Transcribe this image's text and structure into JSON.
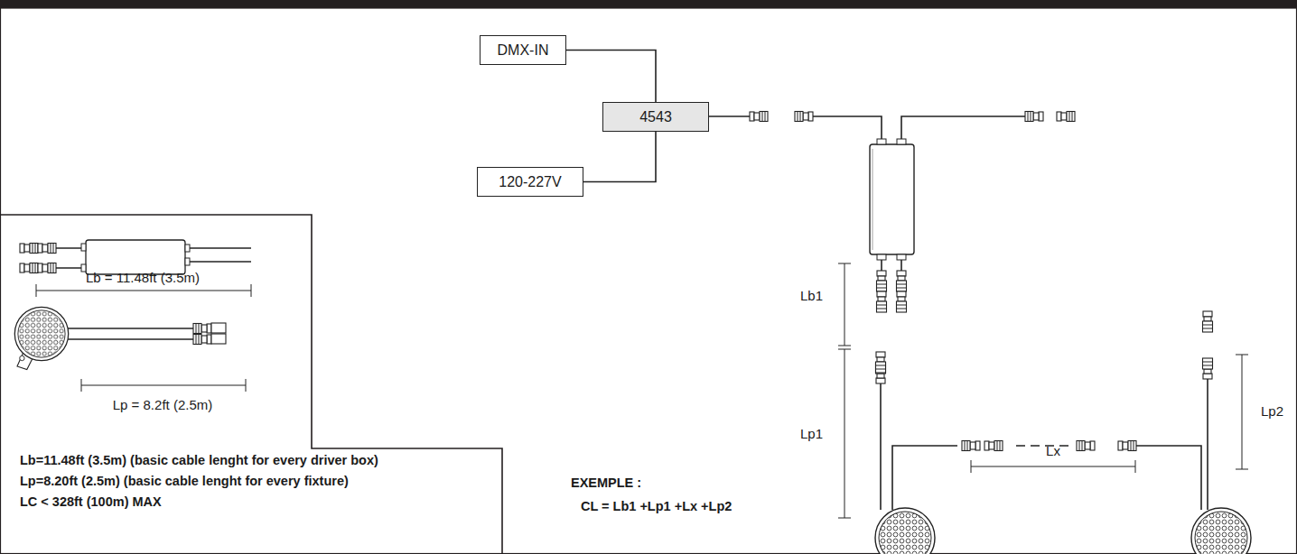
{
  "diagram": {
    "nodes": [
      {
        "text": [
          "DMX-IN"
        ]
      },
      {
        "text": [
          "4543"
        ]
      },
      {
        "text": [
          "120-227V"
        ]
      }
    ],
    "edges": [
      {
        "from": 0,
        "to": 1,
        "arrow": "none"
      },
      {
        "from": 2,
        "to": 1,
        "arrow": "none"
      }
    ],
    "labels": [
      "Lb = 11.48ft (3.5m)",
      "Lp = 8.2ft (2.5m)",
      "Lb=11.48ft (3.5m) (basic cable lenght for every driver box)",
      "Lp=8.20ft (2.5m) (basic cable lenght for every fixture)",
      "LC < 328ft (100m) MAX",
      "EXEMPLE :",
      "CL = Lb1 +Lp1 +Lx +Lp2",
      "Lb1",
      "Lp1",
      "Lx",
      "Lp2"
    ]
  }
}
